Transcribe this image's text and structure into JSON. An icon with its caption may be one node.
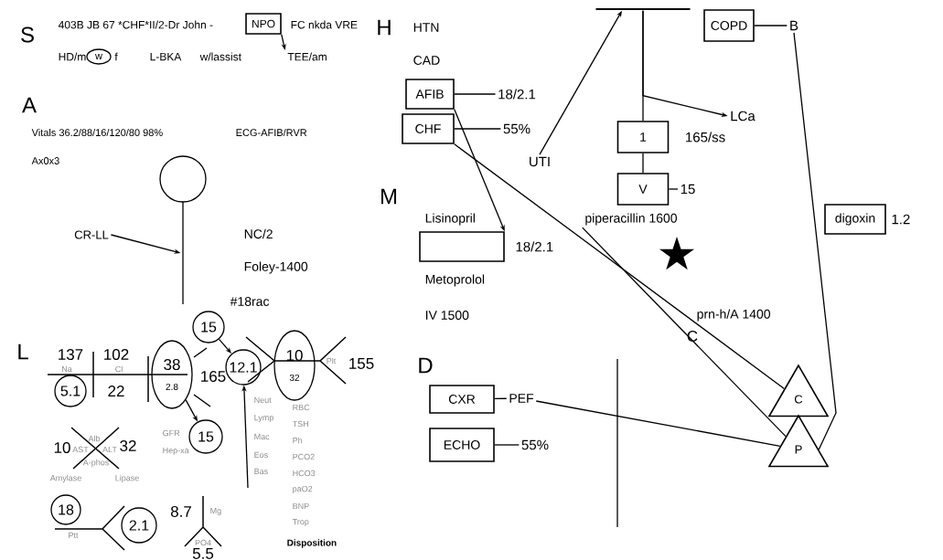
{
  "diagram": {
    "nodes": [
      {
        "text": [
          "NPO"
        ]
      },
      {
        "text": [
          "TEE/am"
        ]
      },
      {
        "text": [
          "w"
        ]
      },
      {
        "text": [],
        "shape": "person"
      },
      {
        "text": [
          "CR-LL"
        ]
      },
      {
        "text": [
          "38",
          "2.8"
        ]
      },
      {
        "text": [
          "5.1"
        ]
      },
      {
        "text": [
          "15"
        ]
      },
      {
        "text": [
          "12.1"
        ]
      },
      {
        "text": [
          "10",
          "32"
        ]
      },
      {
        "text": [
          "15"
        ]
      },
      {
        "text": [
          "18"
        ]
      },
      {
        "text": [
          "2.1"
        ]
      },
      {
        "text": [
          "AFIB"
        ]
      },
      {
        "text": [
          "18/2.1"
        ]
      },
      {
        "text": [
          "CHF"
        ]
      },
      {
        "text": [
          "55%"
        ]
      },
      {
        "text": [],
        "shape": "bar"
      },
      {
        "text": [
          "UTI"
        ]
      },
      {
        "text": [
          "LCa"
        ]
      },
      {
        "text": [
          "1"
        ],
        "beside": [
          "165/ss"
        ]
      },
      {
        "text": [
          "V"
        ]
      },
      {
        "text": [
          "15"
        ]
      },
      {
        "text": [
          "COPD"
        ]
      },
      {
        "text": [
          "B"
        ]
      },
      {
        "text": [],
        "shape": "box",
        "beside": [
          "18/2.1"
        ]
      },
      {
        "text": [
          "piperacillin 1600"
        ]
      },
      {
        "text": [
          "digoxin"
        ],
        "beside": [
          "1.2"
        ]
      },
      {
        "text": [
          "CXR"
        ]
      },
      {
        "text": [
          "PEF"
        ]
      },
      {
        "text": [
          "ECHO"
        ]
      },
      {
        "text": [
          "55%"
        ]
      },
      {
        "text": [
          "C"
        ]
      },
      {
        "text": [
          "P"
        ]
      }
    ],
    "edges": [
      {
        "from": 0,
        "to": 1,
        "arrow": "to"
      },
      {
        "from": 4,
        "to": 3,
        "arrow": "to"
      },
      {
        "from": 7,
        "to": 8,
        "arrow": "to"
      },
      {
        "from": 5,
        "to": 10,
        "arrow": "to"
      },
      {
        "from": null,
        "to": 8,
        "arrow": "to"
      },
      {
        "from": 13,
        "to": 14,
        "arrow": "none"
      },
      {
        "from": 15,
        "to": 16,
        "arrow": "none"
      },
      {
        "from": 13,
        "to": 25,
        "arrow": "to"
      },
      {
        "from": 15,
        "to": 32,
        "arrow": "none"
      },
      {
        "from": 18,
        "to": 17,
        "arrow": "to"
      },
      {
        "from": 17,
        "to": 20,
        "arrow": "none"
      },
      {
        "from": 17,
        "to": 19,
        "arrow": "to"
      },
      {
        "from": 20,
        "to": 21,
        "arrow": "none"
      },
      {
        "from": 21,
        "to": 22,
        "arrow": "none"
      },
      {
        "from": 23,
        "to": 24,
        "arrow": "none"
      },
      {
        "from": 24,
        "to": 33,
        "arrow": "none"
      },
      {
        "from": 26,
        "to": 33,
        "arrow": "none"
      },
      {
        "from": 28,
        "to": 29,
        "arrow": "none"
      },
      {
        "from": 29,
        "to": 33,
        "arrow": "none"
      },
      {
        "from": 30,
        "to": 31,
        "arrow": "none"
      }
    ],
    "labels": [
      "S",
      "403B JB 67 *CHF*II/2-Dr John -",
      "FC  nkda VRE",
      "HD/m",
      "f",
      "L-BKA",
      "w/lassist",
      "A",
      "Vitals 36.2/88/16/120/80 98%",
      "ECG-AFIB/RVR",
      "Ax0x3",
      "NC/2",
      "Foley-1400",
      "#18rac",
      "L",
      "137",
      "Na",
      "102",
      "Cl",
      "22",
      "165",
      "Plt",
      "155",
      "10",
      "Alb",
      "AST",
      "ALT",
      "32",
      "A-phos",
      "Amylase",
      "Lipase",
      "GFR",
      "Hep-xa",
      "Neut",
      "Lymp",
      "Mac",
      "Eos",
      "Bas",
      "RBC",
      "TSH",
      "Ph",
      "PCO2",
      "HCO3",
      "paO2",
      "BNP",
      "Trop",
      "Disposition",
      "Ptt",
      "8.7",
      "Mg",
      "PO4",
      "5.5",
      "H",
      "HTN",
      "CAD",
      "M",
      "Lisinopril",
      "Metoprolol",
      "IV 1500",
      "prn-h/A 1400",
      "D",
      "C"
    ]
  }
}
